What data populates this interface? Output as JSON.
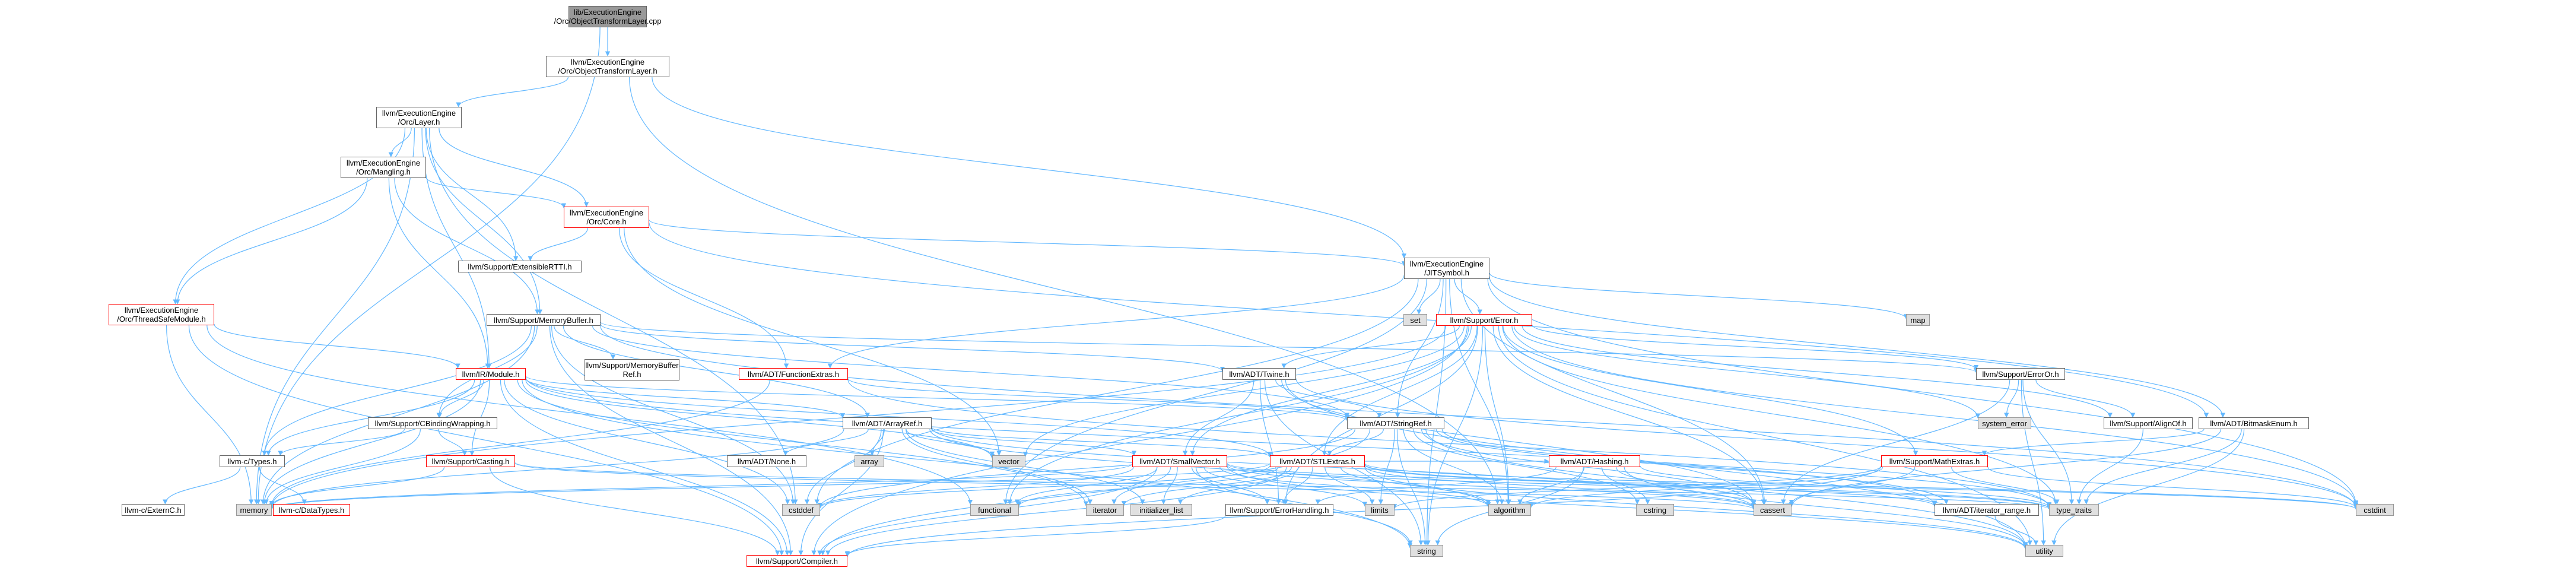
{
  "diagram": {
    "edge_color": "#63b8ff",
    "node_border_color": "#666666",
    "highlight_border_color": "#ff0000",
    "std_fill": "#e0e0e0",
    "root_fill": "#999999",
    "nodes": {
      "root": "lib/ExecutionEngine\n/Orc/ObjectTransformLayer.cpp",
      "otl": "llvm/ExecutionEngine\n/Orc/ObjectTransformLayer.h",
      "layer": "llvm/ExecutionEngine\n/Orc/Layer.h",
      "mangling": "llvm/ExecutionEngine\n/Orc/Mangling.h",
      "core": "llvm/ExecutionEngine\n/Orc/Core.h",
      "tsm": "llvm/ExecutionEngine\n/Orc/ThreadSafeModule.h",
      "extrtti": "llvm/Support/ExtensibleRTTI.h",
      "jitsym": "llvm/ExecutionEngine\n/JITSymbol.h",
      "membuf": "llvm/Support/MemoryBuffer.h",
      "set": "set",
      "map": "map",
      "error": "llvm/Support/Error.h",
      "membufref": "llvm/Support/MemoryBuffer\nRef.h",
      "funcextras": "llvm/ADT/FunctionExtras.h",
      "module": "llvm/IR/Module.h",
      "twine": "llvm/ADT/Twine.h",
      "erroror": "llvm/Support/ErrorOr.h",
      "cbw": "llvm/Support/CBindingWrapping.h",
      "arrayref": "llvm/ADT/ArrayRef.h",
      "stringref": "llvm/ADT/StringRef.h",
      "systemerror": "system_error",
      "alignof": "llvm/Support/AlignOf.h",
      "bitmask": "llvm/ADT/BitmaskEnum.h",
      "ctypes": "llvm-c/Types.h",
      "casting": "llvm/Support/Casting.h",
      "none": "llvm/ADT/None.h",
      "array": "array",
      "vector": "vector",
      "smallvector": "llvm/ADT/SmallVector.h",
      "stlextras": "llvm/ADT/STLExtras.h",
      "hashing": "llvm/ADT/Hashing.h",
      "mathextras": "llvm/Support/MathExtras.h",
      "externc": "llvm-c/ExternC.h",
      "datatypes": "llvm-c/DataTypes.h",
      "memory": "memory",
      "cstddef": "cstddef",
      "functional": "functional",
      "iterator": "iterator",
      "initlist": "initializer_list",
      "errhandling": "llvm/Support/ErrorHandling.h",
      "limits": "limits",
      "algorithm": "algorithm",
      "cstring": "cstring",
      "cassert": "cassert",
      "iterrange": "llvm/ADT/iterator_range.h",
      "typetraits": "type_traits",
      "cstdint": "cstdint",
      "compiler": "llvm/Support/Compiler.h",
      "string": "string",
      "utility": "utility"
    }
  }
}
